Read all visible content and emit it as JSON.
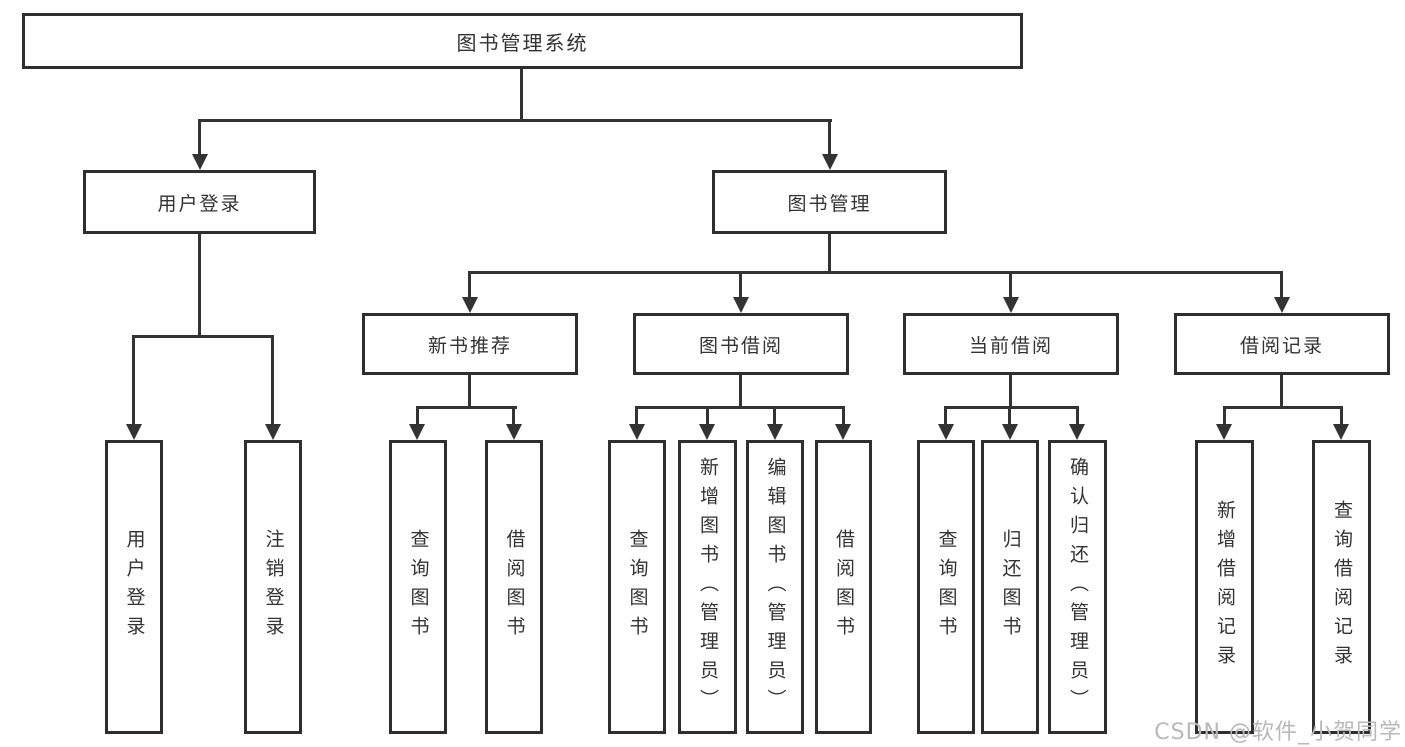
{
  "tree": {
    "label": "图书管理系统",
    "children": [
      {
        "label": "用户登录",
        "children": [
          {
            "label": "用户登录"
          },
          {
            "label": "注销登录"
          }
        ]
      },
      {
        "label": "图书管理",
        "children": [
          {
            "label": "新书推荐",
            "children": [
              {
                "label": "查询图书"
              },
              {
                "label": "借阅图书"
              }
            ]
          },
          {
            "label": "图书借阅",
            "children": [
              {
                "label": "查询图书"
              },
              {
                "label": "新增图书（管理员）"
              },
              {
                "label": "编辑图书（管理员）"
              },
              {
                "label": "借阅图书"
              }
            ]
          },
          {
            "label": "当前借阅",
            "children": [
              {
                "label": "查询图书"
              },
              {
                "label": "归还图书"
              },
              {
                "label": "确认归还（管理员）"
              }
            ]
          },
          {
            "label": "借阅记录",
            "children": [
              {
                "label": "新增借阅记录"
              },
              {
                "label": "查询借阅记录"
              }
            ]
          }
        ]
      }
    ]
  },
  "watermark": {
    "text": "CSDN @软件_小贺同学"
  },
  "colors": {
    "line": "#333333",
    "box_border": "#2e2e2e",
    "text": "#333333",
    "watermark": "#b9b9b9",
    "background": "#ffffff"
  }
}
